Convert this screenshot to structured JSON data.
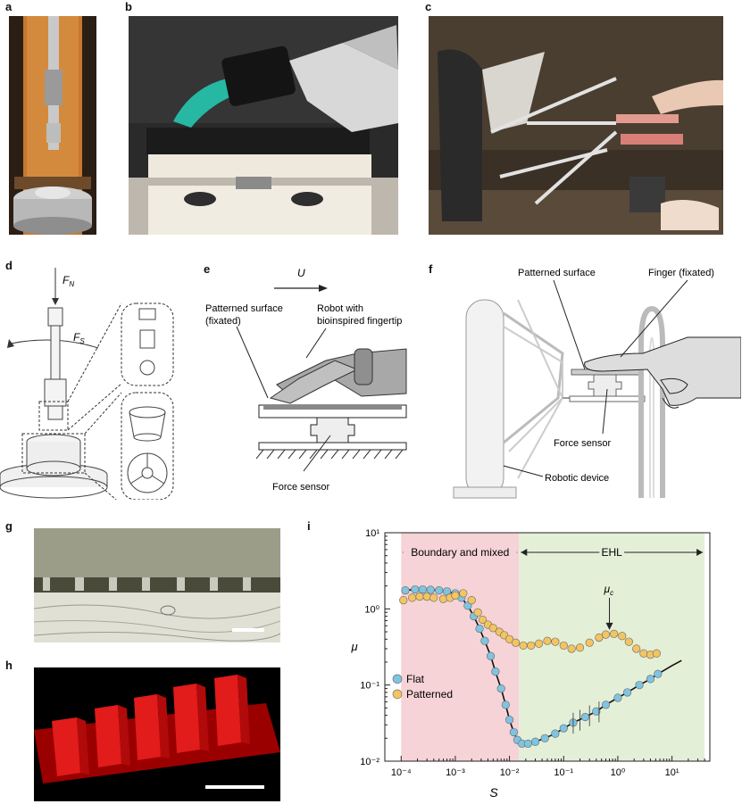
{
  "panel_labels": {
    "a": "a",
    "b": "b",
    "c": "c",
    "d": "d",
    "e": "e",
    "f": "f",
    "g": "g",
    "h": "h",
    "i": "i"
  },
  "panel_d": {
    "force_normal": "F",
    "force_normal_sub": "N",
    "force_shear": "F",
    "force_shear_sub": "S"
  },
  "panel_e": {
    "velocity": "U",
    "surface_label_1": "Patterned surface",
    "surface_label_2": "(fixated)",
    "robot_label_1": "Robot with",
    "robot_label_2": "bioinspired fingertip",
    "sensor_label": "Force sensor"
  },
  "panel_f": {
    "surface_label": "Patterned surface",
    "finger_label": "Finger (fixated)",
    "sensor_label": "Force sensor",
    "device_label": "Robotic device"
  },
  "chart_data": {
    "type": "scatter",
    "xlabel": "S",
    "ylabel": "μ",
    "xscale": "log",
    "yscale": "log",
    "xlim": [
      5e-05,
      50
    ],
    "ylim": [
      0.01,
      10
    ],
    "x_ticks": [
      "10⁻⁴",
      "10⁻³",
      "10⁻²",
      "10⁻¹",
      "10⁰",
      "10¹"
    ],
    "y_ticks": [
      "10⁻²",
      "10⁻¹",
      "10⁰",
      "10¹"
    ],
    "regions": [
      {
        "label": "Boundary and mixed",
        "from": 0.0001,
        "to": 0.015,
        "color": "#f6d3d6"
      },
      {
        "label": "EHL",
        "from": 0.015,
        "to": 40,
        "color": "#e4efd8"
      }
    ],
    "annotation": {
      "label": "μ",
      "label_sub": "c",
      "x": 0.7,
      "y": 0.45
    },
    "legend_position": "bottom-left",
    "series": [
      {
        "name": "Flat",
        "color": "#7fc4e0",
        "points": [
          [
            0.00012,
            1.75
          ],
          [
            0.00018,
            1.8
          ],
          [
            0.00025,
            1.8
          ],
          [
            0.00035,
            1.78
          ],
          [
            0.0005,
            1.75
          ],
          [
            0.0007,
            1.7
          ],
          [
            0.001,
            1.6
          ],
          [
            0.0013,
            1.4
          ],
          [
            0.0017,
            1.1
          ],
          [
            0.0022,
            0.8
          ],
          [
            0.0028,
            0.55
          ],
          [
            0.0035,
            0.38
          ],
          [
            0.0045,
            0.24
          ],
          [
            0.0055,
            0.15
          ],
          [
            0.007,
            0.09
          ],
          [
            0.0085,
            0.055
          ],
          [
            0.01,
            0.035
          ],
          [
            0.012,
            0.024
          ],
          [
            0.014,
            0.019
          ],
          [
            0.017,
            0.017
          ],
          [
            0.022,
            0.017
          ],
          [
            0.03,
            0.018
          ],
          [
            0.045,
            0.02
          ],
          [
            0.07,
            0.023
          ],
          [
            0.1,
            0.027
          ],
          [
            0.15,
            0.032
          ],
          [
            0.25,
            0.038
          ],
          [
            0.4,
            0.045
          ],
          [
            0.6,
            0.055
          ],
          [
            1.0,
            0.068
          ],
          [
            1.5,
            0.08
          ],
          [
            2.5,
            0.1
          ],
          [
            4,
            0.12
          ],
          [
            5.5,
            0.14
          ]
        ]
      },
      {
        "name": "Patterned",
        "color": "#f2c462",
        "points": [
          [
            0.00011,
            1.3
          ],
          [
            0.00016,
            1.4
          ],
          [
            0.00022,
            1.45
          ],
          [
            0.0003,
            1.45
          ],
          [
            0.0004,
            1.4
          ],
          [
            0.0006,
            1.35
          ],
          [
            0.0008,
            1.4
          ],
          [
            0.001,
            1.5
          ],
          [
            0.0014,
            1.6
          ],
          [
            0.002,
            1.3
          ],
          [
            0.0026,
            0.9
          ],
          [
            0.0032,
            0.72
          ],
          [
            0.004,
            0.62
          ],
          [
            0.005,
            0.56
          ],
          [
            0.0065,
            0.5
          ],
          [
            0.008,
            0.45
          ],
          [
            0.01,
            0.4
          ],
          [
            0.013,
            0.36
          ],
          [
            0.018,
            0.33
          ],
          [
            0.025,
            0.33
          ],
          [
            0.035,
            0.35
          ],
          [
            0.05,
            0.38
          ],
          [
            0.07,
            0.37
          ],
          [
            0.1,
            0.33
          ],
          [
            0.14,
            0.3
          ],
          [
            0.2,
            0.31
          ],
          [
            0.3,
            0.36
          ],
          [
            0.45,
            0.42
          ],
          [
            0.6,
            0.46
          ],
          [
            0.85,
            0.47
          ],
          [
            1.2,
            0.44
          ],
          [
            1.6,
            0.37
          ],
          [
            2.2,
            0.3
          ],
          [
            3,
            0.26
          ],
          [
            4,
            0.25
          ],
          [
            5.2,
            0.26
          ]
        ]
      }
    ]
  }
}
